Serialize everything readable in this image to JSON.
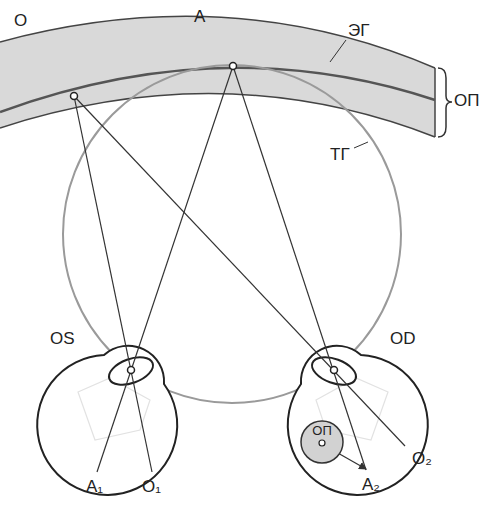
{
  "diagram": {
    "nodes": [
      {
        "text": [
          "ОП"
        ]
      }
    ],
    "labels": [
      "O",
      "A",
      "ЭГ",
      "ОП",
      "ТГ",
      "OS",
      "OD",
      "A₁",
      "O₁",
      "A₂",
      "O₂"
    ]
  }
}
